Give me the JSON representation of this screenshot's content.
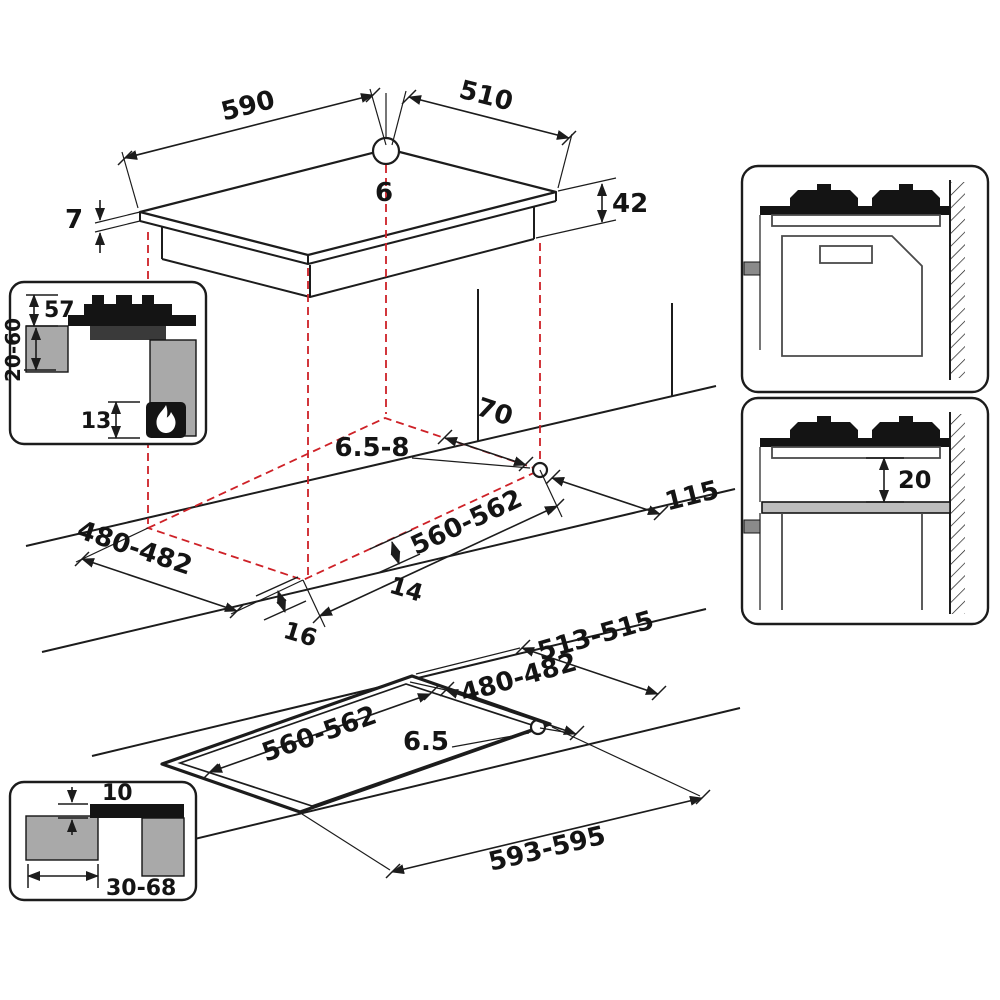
{
  "colors": {
    "line": "#1c1c1c",
    "projection_red": "#ce2127",
    "fill_gray": "#a9a9a9",
    "fill_dark": "#141414",
    "cabinet_gray": "#4a4a4a",
    "background": "#ffffff"
  },
  "icons": {
    "cross_section_symbol": "flame-icon"
  },
  "hob": {
    "width": "590",
    "depth": "510",
    "rear_hole_diameter": "6",
    "glass_thickness": "7",
    "total_height": "42"
  },
  "worktop_cutout": {
    "hole_offset": "70",
    "hole_diameter_range": "6.5-8",
    "side_clearance": "115",
    "depth": "480-482",
    "width": "560-562",
    "edge_clearance_front": "16",
    "edge_clearance_side": "14"
  },
  "cross_section": {
    "grate_height": "57",
    "worktop_thickness": "20-60",
    "bottom_clearance": "13"
  },
  "cabinet_side_view": {
    "shelf_clearance": "20"
  },
  "flush_cutout": {
    "outer_depth": "513-515",
    "inner_depth": "480-482",
    "inner_width": "560-562",
    "hole_diameter": "6.5",
    "outer_width": "593-595"
  },
  "edge_detail": {
    "glass_overlap": "10",
    "panel_distance": "30-68"
  }
}
